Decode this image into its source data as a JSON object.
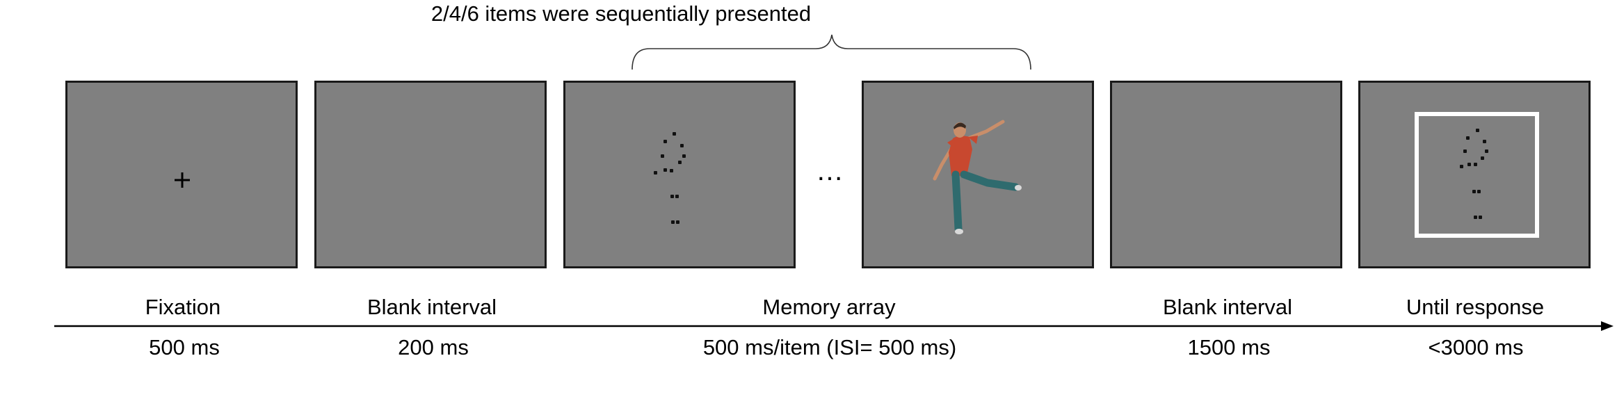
{
  "header": {
    "brace_label": "2/4/6 items were sequentially presented"
  },
  "frames": [
    {
      "name": "Fixation",
      "duration": "500 ms",
      "content": "fixation-cross"
    },
    {
      "name": "Blank interval",
      "duration": "200 ms",
      "content": "blank"
    },
    {
      "name": "Memory array",
      "duration": "500 ms/item (ISI= 500 ms)",
      "content": "point-light-figure"
    },
    {
      "name": "Blank interval",
      "duration": "1500 ms",
      "content": "blank"
    },
    {
      "name": "Until response",
      "duration": "<3000 ms",
      "content": "probe-with-frame"
    }
  ],
  "ellipsis": "…",
  "colors": {
    "screen_gray": "#808080",
    "frame_border": "#1a1a1a",
    "probe_frame": "#ffffff",
    "shirt": "#c8482f",
    "pants": "#2f6b6e",
    "skin": "#c98e6a"
  },
  "icons": {
    "fixation": "plus-icon",
    "timeline": "arrow-right-icon"
  }
}
